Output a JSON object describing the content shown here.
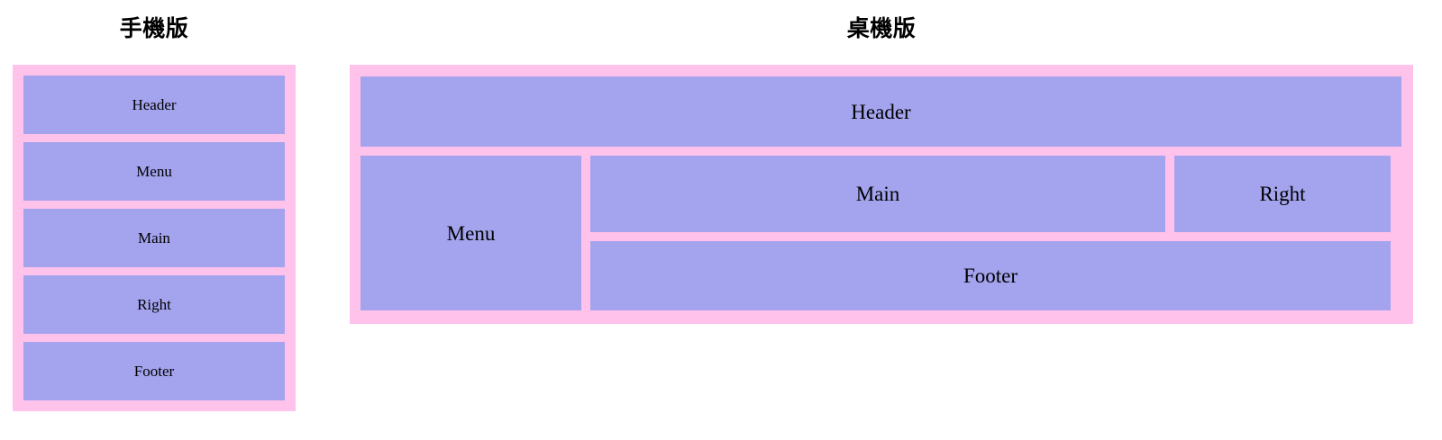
{
  "colors": {
    "frame_pink": "#ffc2ea",
    "block_purple": "#a3a3ee",
    "text": "#000000",
    "background": "#ffffff"
  },
  "panels": {
    "mobile": {
      "title": "手機版",
      "blocks": [
        {
          "key": "header",
          "label": "Header"
        },
        {
          "key": "menu",
          "label": "Menu"
        },
        {
          "key": "main",
          "label": "Main"
        },
        {
          "key": "right",
          "label": "Right"
        },
        {
          "key": "footer",
          "label": "Footer"
        }
      ]
    },
    "desktop": {
      "title": "桌機版",
      "blocks": [
        {
          "key": "header",
          "label": "Header"
        },
        {
          "key": "menu",
          "label": "Menu"
        },
        {
          "key": "main",
          "label": "Main"
        },
        {
          "key": "right",
          "label": "Right"
        },
        {
          "key": "footer",
          "label": "Footer"
        }
      ]
    }
  }
}
